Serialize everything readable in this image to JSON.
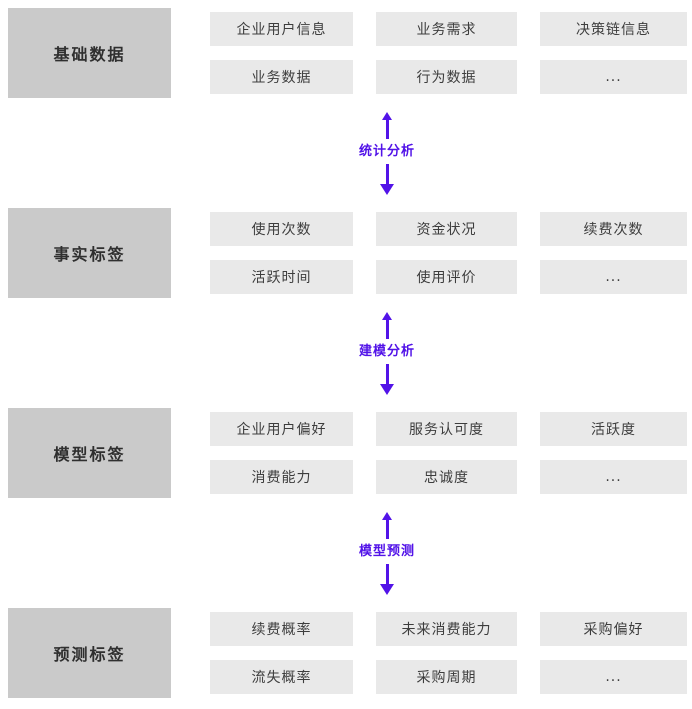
{
  "colors": {
    "background": "#ffffff",
    "stage_box_bg": "#cacaca",
    "item_box_bg": "#e9e9e9",
    "item_text": "#3d3d3d",
    "stage_text": "#2f2f2f",
    "arrow": "#5213e8"
  },
  "sections": [
    {
      "label": "基础数据",
      "items": [
        "企业用户信息",
        "业务需求",
        "决策链信息",
        "业务数据",
        "行为数据",
        "..."
      ]
    },
    {
      "label": "事实标签",
      "items": [
        "使用次数",
        "资金状况",
        "续费次数",
        "活跃时间",
        "使用评价",
        "..."
      ]
    },
    {
      "label": "模型标签",
      "items": [
        "企业用户偏好",
        "服务认可度",
        "活跃度",
        "消费能力",
        "忠诚度",
        "..."
      ]
    },
    {
      "label": "预测标签",
      "items": [
        "续费概率",
        "未来消费能力",
        "采购偏好",
        "流失概率",
        "采购周期",
        "..."
      ]
    }
  ],
  "connectors": [
    {
      "label": "统计分析"
    },
    {
      "label": "建模分析"
    },
    {
      "label": "模型预测"
    }
  ]
}
